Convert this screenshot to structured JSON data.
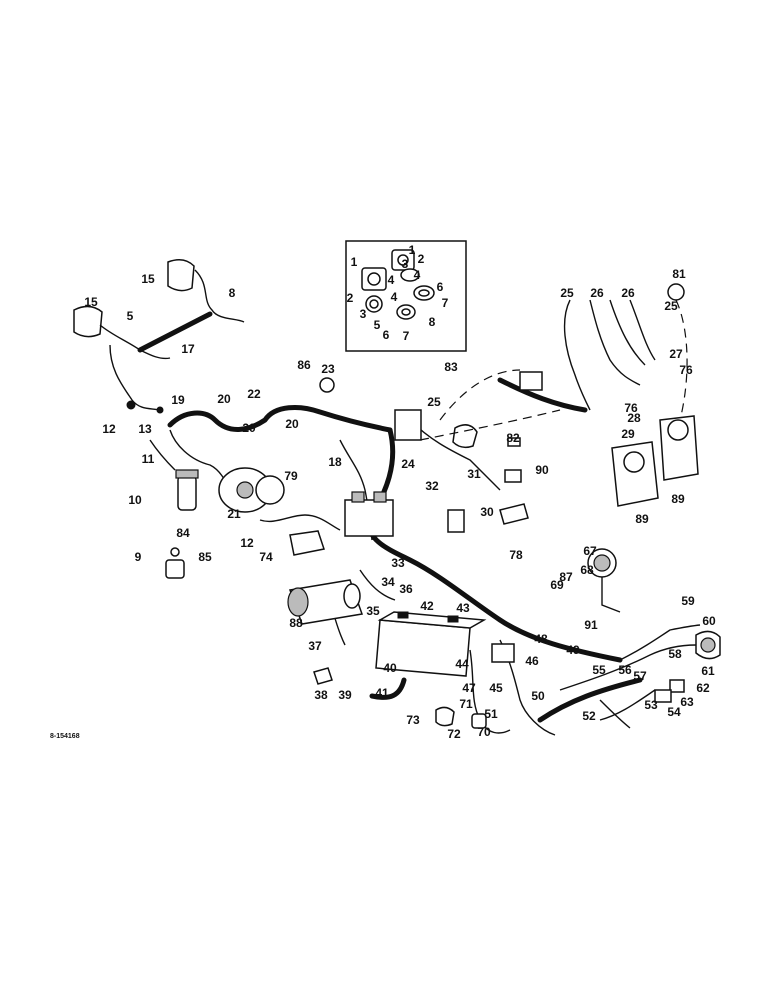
{
  "drawing_code": "8-154168",
  "inset_callouts": [
    "1",
    "1",
    "2",
    "3",
    "2",
    "4",
    "4",
    "6",
    "3",
    "4",
    "7",
    "8",
    "5",
    "6",
    "7"
  ],
  "callouts": [
    "15",
    "15",
    "8",
    "5",
    "17",
    "12",
    "13",
    "19",
    "20",
    "22",
    "20",
    "20",
    "11",
    "21",
    "79",
    "12",
    "10",
    "84",
    "9",
    "85",
    "74",
    "86",
    "23",
    "18",
    "24",
    "32",
    "33",
    "25",
    "83",
    "82",
    "31",
    "90",
    "30",
    "78",
    "25",
    "26",
    "26",
    "25",
    "81",
    "27",
    "76",
    "76",
    "28",
    "29",
    "89",
    "89",
    "88",
    "34",
    "36",
    "35",
    "37",
    "38",
    "39",
    "40",
    "41",
    "42",
    "43",
    "44",
    "47",
    "45",
    "46",
    "48",
    "49",
    "50",
    "51",
    "71",
    "72",
    "70",
    "73",
    "87",
    "67",
    "68",
    "69",
    "91",
    "55",
    "56",
    "57",
    "58",
    "59",
    "60",
    "61",
    "62",
    "63",
    "52",
    "53",
    "54"
  ]
}
